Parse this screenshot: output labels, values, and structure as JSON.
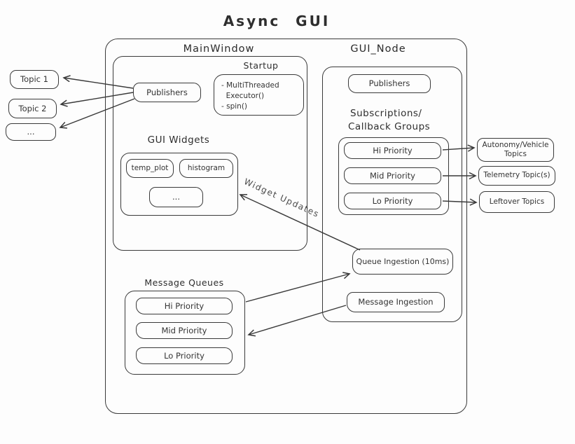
{
  "title": "Async GUI",
  "colors": {
    "stroke": "#3a3a3a",
    "background": "#fdfdfd"
  },
  "external_left": {
    "topics": [
      "Topic 1",
      "Topic 2",
      "..."
    ]
  },
  "main_window": {
    "label": "MainWindow",
    "publishers_label": "Publishers",
    "startup": {
      "label": "Startup",
      "lines": [
        "- MultiThreaded",
        "  Executor()",
        "- spin()"
      ]
    },
    "gui_widgets": {
      "label": "GUI Widgets",
      "widgets": [
        "temp_plot",
        "histogram",
        "..."
      ]
    },
    "message_queues": {
      "label": "Message Queues",
      "queues": [
        "Hi Priority",
        "Mid Priority",
        "Lo Priority"
      ]
    }
  },
  "gui_node": {
    "label": "GUI_Node",
    "publishers_label": "Publishers",
    "subscriptions": {
      "label_lines": [
        "Subscriptions/",
        "Callback Groups"
      ],
      "groups": [
        "Hi Priority",
        "Mid Priority",
        "Lo Priority"
      ]
    },
    "queue_ingestion_label": "Queue Ingestion (10ms)",
    "message_ingestion_label": "Message Ingestion"
  },
  "external_right": {
    "topics": [
      "Autonomy/Vehicle Topics",
      "Telemetry Topic(s)",
      "Leftover Topics"
    ]
  },
  "annotations": {
    "widget_updates": "Widget Updates"
  }
}
